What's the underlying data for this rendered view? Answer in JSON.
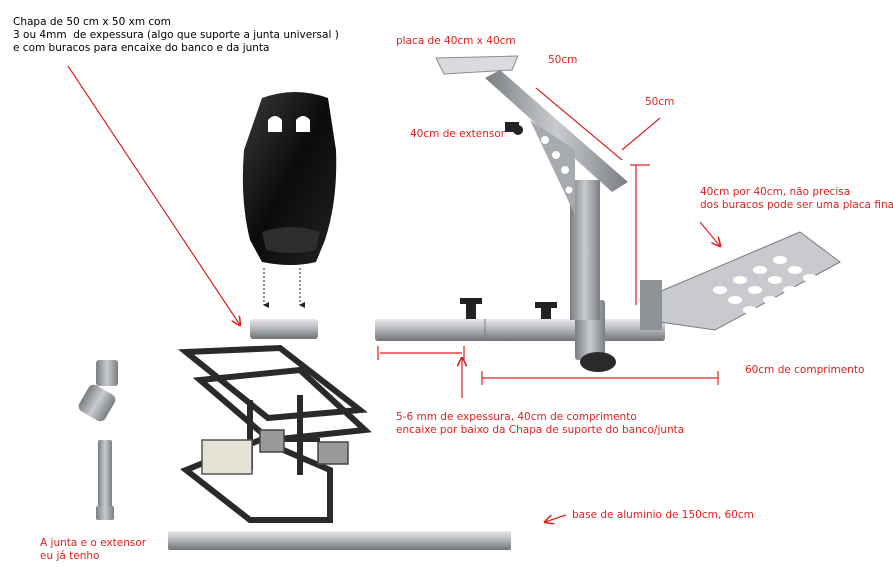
{
  "colors": {
    "annotation": "#e02020",
    "frame": "#b0b3b8",
    "frame_dark": "#6f7378",
    "seat": "#111111",
    "rig": "#2a2a2a"
  },
  "labels": {
    "chapa_50": "Chapa de 50 cm x 50 xm com\n3 ou 4mm  de expessura (algo que suporte a junta universal )\ne com buracos para encaixe do banco e da junta",
    "placa_40": "placa de 40cm x 40cm",
    "dim_50_a": "50cm",
    "dim_50_b": "50cm",
    "extensor_40": "40cm de extensor",
    "pedal_plate": "40cm por 40cm, não precisa\ndos buracos pode ser uma placa fina",
    "comprimento_60": "60cm de comprimento",
    "expessura_5_6": "5-6 mm de expessura, 40cm de comprimento\nencaixe por baixo da Chapa de suporte do banco/junta",
    "base_aluminio": "base de aluminio de 150cm, 60cm",
    "junta_extensor": "A junta e o extensor\neu já tenho"
  }
}
